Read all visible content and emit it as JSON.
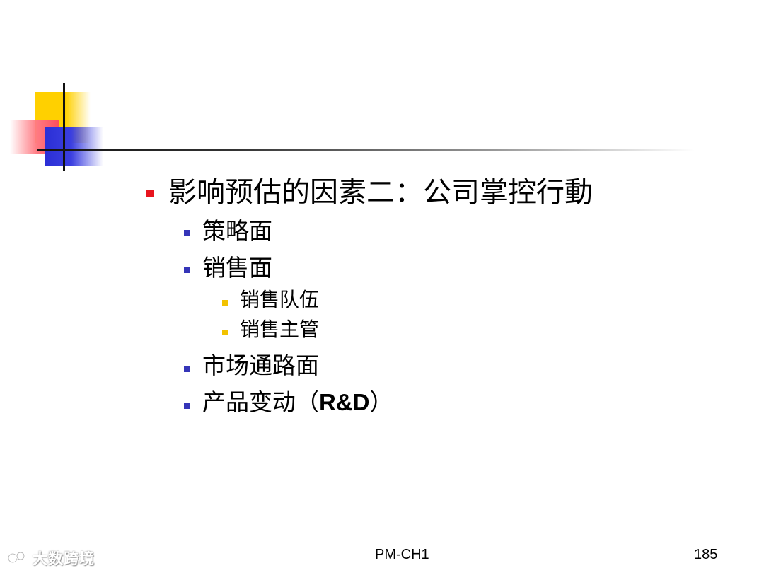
{
  "slide": {
    "main_point": "影响预估的因素二：公司掌控行動",
    "sub_points": [
      {
        "text": "策略面"
      },
      {
        "text": "销售面",
        "children": [
          "销售队伍",
          "销售主管"
        ]
      },
      {
        "text": "市场通路面"
      },
      {
        "text_prefix": "产品变动（",
        "text_strong": "R&D",
        "text_suffix": "）"
      }
    ]
  },
  "footer": {
    "center": "PM-CH1",
    "page_number": "185"
  },
  "watermark": {
    "text": "大数跨境"
  },
  "colors": {
    "level1_bullet": "#e8141e",
    "level2_bullet": "#3535b8",
    "level3_bullet": "#f2c200"
  }
}
